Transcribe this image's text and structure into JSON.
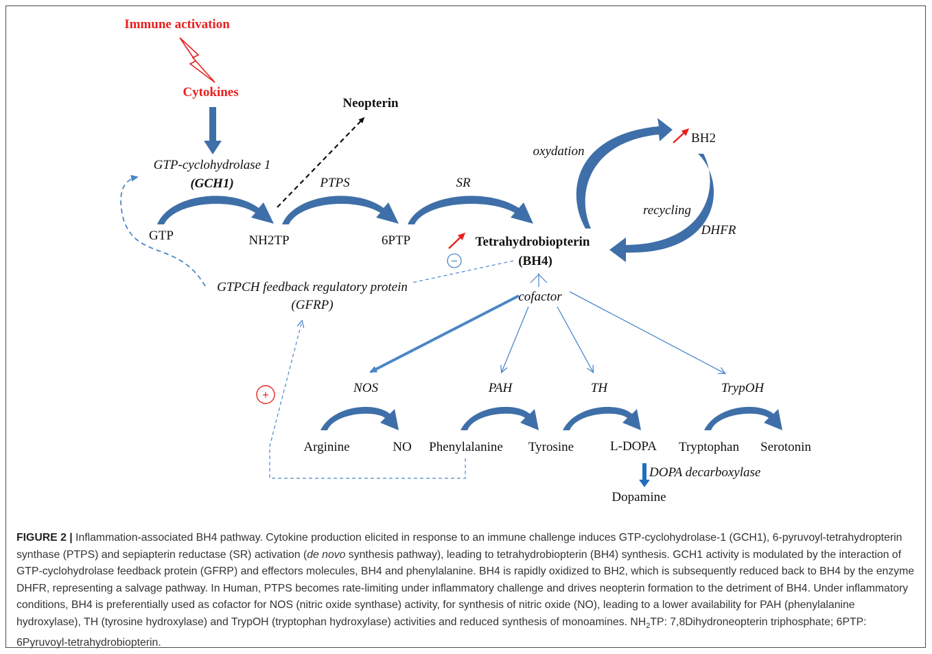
{
  "diagram": {
    "immune_activation": "Immune activation",
    "cytokines": "Cytokines",
    "neopterin": "Neopterin",
    "gch1_line1": "GTP-cyclohydrolase 1",
    "gch1_line2": "(GCH1)",
    "ptps": "PTPS",
    "sr": "SR",
    "gtp": "GTP",
    "nh2tp": "NH2TP",
    "sixptp": "6PTP",
    "bh4_line1": "Tetrahydrobiopterin",
    "bh4_line2": "(BH4)",
    "bh2": "BH2",
    "oxydation": "oxydation",
    "recycling": "recycling",
    "dhfr": "DHFR",
    "gfrp_line1": "GTPCH feedback regulatory  protein",
    "gfrp_line2": "(GFRP)",
    "cofactor": "cofactor",
    "nos": "NOS",
    "pah": "PAH",
    "th": "TH",
    "trypoh": "TrypOH",
    "arginine": "Arginine",
    "no": "NO",
    "phenylalanine": "Phenylalanine",
    "tyrosine": "Tyrosine",
    "ldopa": "L-DOPA",
    "tryptophan": "Tryptophan",
    "serotonin": "Serotonin",
    "dopa_decarboxylase": "DOPA decarboxylase",
    "dopamine": "Dopamine",
    "minus_sign": "−",
    "plus_sign": "+"
  },
  "caption": {
    "figure_label": "FIGURE 2 |",
    "text_1": " Inflammation-associated BH4 pathway. Cytokine production elicited in response to an immune challenge induces GTP-cyclohydrolase-1 (GCH1), 6-pyruvoyl-tetrahydropterin synthase (PTPS) and sepiapterin reductase (SR) activation (",
    "de_novo": "de novo",
    "text_2": " synthesis pathway), leading to tetrahydrobiopterin (BH4) synthesis. GCH1 activity is modulated by the interaction of GTP-cyclohydrolase feedback protein (GFRP) and effectors molecules, BH4 and phenylalanine. BH4 is rapidly oxidized to BH2, which is subsequently reduced back to BH4 by the enzyme DHFR, representing a salvage pathway. In Human, PTPS becomes rate-limiting under inflammatory challenge and drives neopterin formation to the detriment of BH4. Under inflammatory conditions, BH4 is preferentially used as cofactor for NOS (nitric oxide synthase) activity, for synthesis of nitric oxide (NO), leading to a lower availability for PAH (phenylalanine hydroxylase), TH (tyrosine hydroxylase) and TrypOH (tryptophan hydroxylase) activities and reduced synthesis of monoamines. NH",
    "subscript_2": "2",
    "text_3": "TP: 7,8Dihydroneopterin triphosphate; 6PTP: 6Pyruvoyl-tetrahydrobiopterin."
  },
  "colors": {
    "arrow_blue": "#3f6fa8",
    "dashed_blue": "#4a86c8",
    "red": "#e8201e",
    "dopa_arrow": "#1f6fbf"
  }
}
